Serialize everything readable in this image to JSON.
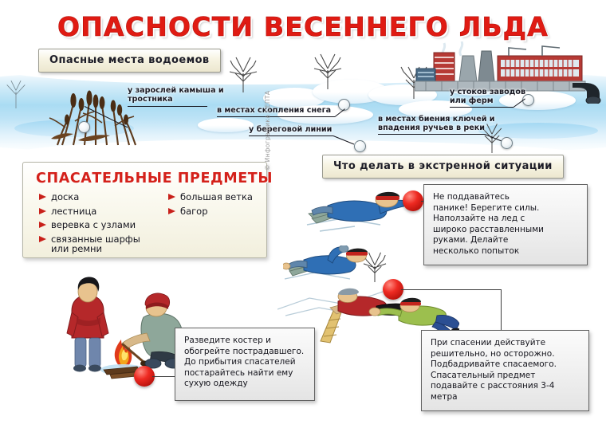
{
  "poster": {
    "title": "ОПАСНОСТИ ВЕСЕННЕГО ЛЬДА",
    "title_color": "#e01b13",
    "background_color": "#ffffff",
    "watermark": "© Инфографика СЕПТА"
  },
  "sections": {
    "dangerous_places_label": "Опасные места водоемов",
    "emergency_label": "Что делать в экстренной ситуации"
  },
  "ice_scene": {
    "pins": [
      {
        "id": "reeds",
        "text": "у зарослей камыша и\nтростника"
      },
      {
        "id": "snow",
        "text": "в местах скопления снега"
      },
      {
        "id": "shore",
        "text": "у береговой линии"
      },
      {
        "id": "factory",
        "text": "у стоков заводов\nили ферм"
      },
      {
        "id": "springs",
        "text": "в местах биения ключей и\nвпадения ручьев в реки"
      }
    ]
  },
  "rescue_items": {
    "title": "СПАСАТЕЛЬНЫЕ ПРЕДМЕТЫ",
    "title_color": "#d4211a",
    "bullet_color": "#c8201a",
    "left_column": [
      "доска",
      "лестница",
      "веревка с узлами",
      "связанные шарфы\nили ремни"
    ],
    "right_column": [
      "большая ветка",
      "багор"
    ]
  },
  "callouts": [
    {
      "id": "panic",
      "text": "Не поддавайтесь\nпанике! Берегите силы.\nНаползайте на лед с\nшироко расставленными\nруками. Делайте\nнесколько попыток"
    },
    {
      "id": "fire",
      "text": "Разведите костер и\nобогрейте пострадавшего.\nДо прибытия спасателей\nпостарайтесь найти ему\nсухую одежду"
    },
    {
      "id": "rescue",
      "text": "При спасении действуйте\nрешительно, но осторожно.\nПодбадривайте спасаемого.\nСпасательный предмет\nподавайте с расстояния 3-4\nметра"
    }
  ],
  "markers": {
    "red_sphere_color": "#ee2a22",
    "white_pin_color": "#f2f6f8"
  },
  "illustration_names": {
    "reeds": "reeds-illustration",
    "factory": "factory-illustration",
    "trees": "bare-tree-illustration",
    "fire_scene": "campfire-rescue-illustration",
    "crawling_person": "crawling-person-illustration",
    "rescue_chain": "rescue-chain-illustration"
  }
}
